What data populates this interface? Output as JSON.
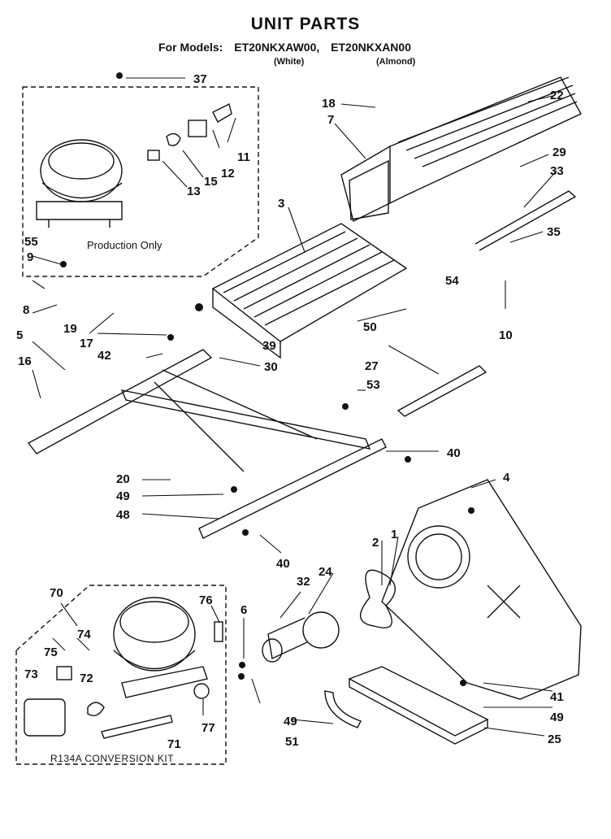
{
  "header": {
    "title": "UNIT PARTS",
    "models_prefix": "For Models:",
    "model_1": "ET20NKXAW00,",
    "model_2": "ET20NKXAN00",
    "variant_1": "(White)",
    "variant_2": "(Almond)"
  },
  "notes": {
    "production_only": "Production Only",
    "conversion_kit": "R134A  CONVERSION  KIT"
  },
  "part_numbers": {
    "p1": "1",
    "p2": "2",
    "p3": "3",
    "p4": "4",
    "p5": "5",
    "p6": "6",
    "p7": "7",
    "p8": "8",
    "p9": "9",
    "p10": "10",
    "p11": "11",
    "p12": "12",
    "p13": "13",
    "p15": "15",
    "p16": "16",
    "p17": "17",
    "p18": "18",
    "p19": "19",
    "p20": "20",
    "p22": "22",
    "p24": "24",
    "p25": "25",
    "p27": "27",
    "p29": "29",
    "p30": "30",
    "p32": "32",
    "p33": "33",
    "p35": "35",
    "p37": "37",
    "p39": "39",
    "p40a": "40",
    "p40b": "40",
    "p41": "41",
    "p42": "42",
    "p48": "48",
    "p49a": "49",
    "p49b": "49",
    "p49c": "49",
    "p50": "50",
    "p51": "51",
    "p53": "53",
    "p54": "54",
    "p55": "55",
    "p70": "70",
    "p71": "71",
    "p72": "72",
    "p73": "73",
    "p74": "74",
    "p75": "75",
    "p76": "76",
    "p77": "77"
  }
}
